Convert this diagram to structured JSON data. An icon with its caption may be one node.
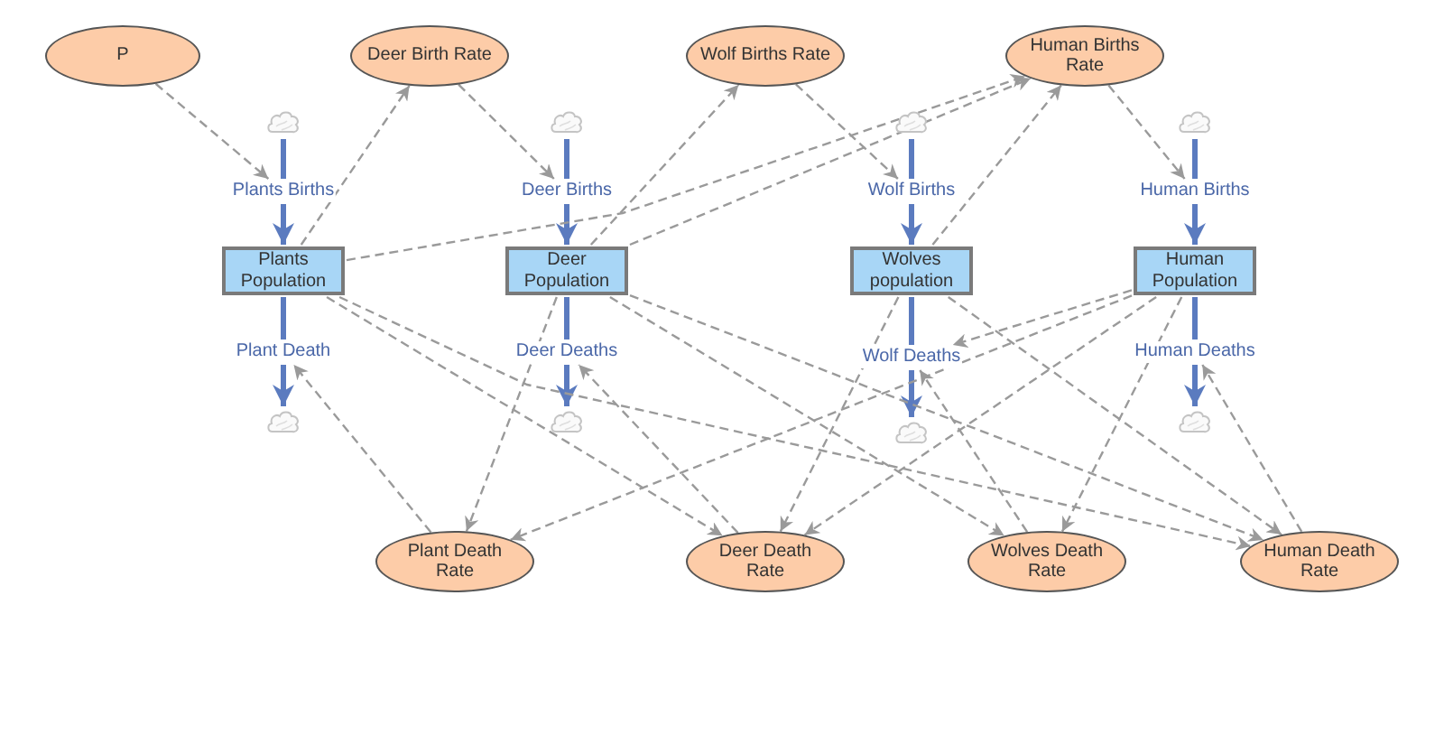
{
  "diagram": {
    "nodes": [
      {
        "text": [
          "P"
        ]
      },
      {
        "text": [
          "Deer Birth Rate"
        ]
      },
      {
        "text": [
          "Wolf Births Rate"
        ]
      },
      {
        "text": [
          "Human Births Rate"
        ]
      },
      {
        "text": [],
        "shape": "cloud"
      },
      {
        "text": [],
        "shape": "cloud"
      },
      {
        "text": [],
        "shape": "cloud"
      },
      {
        "text": [],
        "shape": "cloud"
      },
      {
        "text": [
          "Plants Births"
        ]
      },
      {
        "text": [
          "Deer Births"
        ]
      },
      {
        "text": [
          "Wolf Births"
        ]
      },
      {
        "text": [
          "Human Births"
        ]
      },
      {
        "text": [
          "Plants Population"
        ]
      },
      {
        "text": [
          "Deer Population"
        ]
      },
      {
        "text": [
          "Wolves population"
        ]
      },
      {
        "text": [
          "Human Population"
        ]
      },
      {
        "text": [
          "Plant Death"
        ]
      },
      {
        "text": [
          "Deer Deaths"
        ]
      },
      {
        "text": [
          "Wolf Deaths"
        ]
      },
      {
        "text": [
          "Human Deaths"
        ]
      },
      {
        "text": [],
        "shape": "cloud"
      },
      {
        "text": [],
        "shape": "cloud"
      },
      {
        "text": [],
        "shape": "cloud"
      },
      {
        "text": [],
        "shape": "cloud"
      },
      {
        "text": [
          "Plant Death Rate"
        ]
      },
      {
        "text": [
          "Deer Death Rate"
        ]
      },
      {
        "text": [
          "Wolves Death Rate"
        ]
      },
      {
        "text": [
          "Human Death Rate"
        ]
      }
    ],
    "edges": [
      {
        "from": 4,
        "to": 8,
        "arrow": "none",
        "style": "thick",
        "color": "#5b7bbf"
      },
      {
        "from": 8,
        "to": 12,
        "arrow": "to",
        "style": "thick",
        "color": "#5b7bbf"
      },
      {
        "from": 5,
        "to": 9,
        "arrow": "none",
        "style": "thick",
        "color": "#5b7bbf"
      },
      {
        "from": 9,
        "to": 13,
        "arrow": "to",
        "style": "thick",
        "color": "#5b7bbf"
      },
      {
        "from": 6,
        "to": 10,
        "arrow": "none",
        "style": "thick",
        "color": "#5b7bbf"
      },
      {
        "from": 10,
        "to": 14,
        "arrow": "to",
        "style": "thick",
        "color": "#5b7bbf"
      },
      {
        "from": 7,
        "to": 11,
        "arrow": "none",
        "style": "thick",
        "color": "#5b7bbf"
      },
      {
        "from": 11,
        "to": 15,
        "arrow": "to",
        "style": "thick",
        "color": "#5b7bbf"
      },
      {
        "from": 12,
        "to": 16,
        "arrow": "none",
        "style": "thick",
        "color": "#5b7bbf"
      },
      {
        "from": 16,
        "to": 20,
        "arrow": "to",
        "style": "thick",
        "color": "#5b7bbf"
      },
      {
        "from": 13,
        "to": 17,
        "arrow": "none",
        "style": "thick",
        "color": "#5b7bbf"
      },
      {
        "from": 17,
        "to": 21,
        "arrow": "to",
        "style": "thick",
        "color": "#5b7bbf"
      },
      {
        "from": 14,
        "to": 18,
        "arrow": "none",
        "style": "thick",
        "color": "#5b7bbf"
      },
      {
        "from": 18,
        "to": 22,
        "arrow": "to",
        "style": "thick",
        "color": "#5b7bbf"
      },
      {
        "from": 15,
        "to": 19,
        "arrow": "none",
        "style": "thick",
        "color": "#5b7bbf"
      },
      {
        "from": 19,
        "to": 23,
        "arrow": "to",
        "style": "thick",
        "color": "#5b7bbf"
      },
      {
        "from": 0,
        "to": 8,
        "arrow": "to",
        "style": "dashed"
      },
      {
        "from": 12,
        "to": 1,
        "arrow": "to",
        "style": "dashed"
      },
      {
        "from": 1,
        "to": 9,
        "arrow": "to",
        "style": "dashed"
      },
      {
        "from": 12,
        "to": 3,
        "arrow": "to",
        "style": "dashed"
      },
      {
        "from": 13,
        "to": 2,
        "arrow": "to",
        "style": "dashed"
      },
      {
        "from": 13,
        "to": 3,
        "arrow": "to",
        "style": "dashed"
      },
      {
        "from": 2,
        "to": 10,
        "arrow": "to",
        "style": "dashed"
      },
      {
        "from": 14,
        "to": 3,
        "arrow": "to",
        "style": "dashed"
      },
      {
        "from": 3,
        "to": 11,
        "arrow": "to",
        "style": "dashed"
      },
      {
        "from": 24,
        "to": 16,
        "arrow": "to",
        "style": "dashed"
      },
      {
        "from": 25,
        "to": 17,
        "arrow": "to",
        "style": "dashed"
      },
      {
        "from": 26,
        "to": 18,
        "arrow": "to",
        "style": "dashed"
      },
      {
        "from": 27,
        "to": 19,
        "arrow": "to",
        "style": "dashed"
      },
      {
        "from": 15,
        "to": 18,
        "arrow": "to",
        "style": "dashed"
      },
      {
        "from": 12,
        "to": 25,
        "arrow": "to",
        "style": "dashed"
      },
      {
        "from": 12,
        "to": 27,
        "arrow": "to",
        "style": "dashed"
      },
      {
        "from": 13,
        "to": 24,
        "arrow": "to",
        "style": "dashed"
      },
      {
        "from": 13,
        "to": 26,
        "arrow": "to",
        "style": "dashed"
      },
      {
        "from": 13,
        "to": 27,
        "arrow": "to",
        "style": "dashed"
      },
      {
        "from": 14,
        "to": 25,
        "arrow": "to",
        "style": "dashed"
      },
      {
        "from": 14,
        "to": 27,
        "arrow": "to",
        "style": "dashed"
      },
      {
        "from": 15,
        "to": 24,
        "arrow": "to",
        "style": "dashed"
      },
      {
        "from": 15,
        "to": 25,
        "arrow": "to",
        "style": "dashed"
      },
      {
        "from": 15,
        "to": 26,
        "arrow": "to",
        "style": "dashed"
      }
    ]
  }
}
